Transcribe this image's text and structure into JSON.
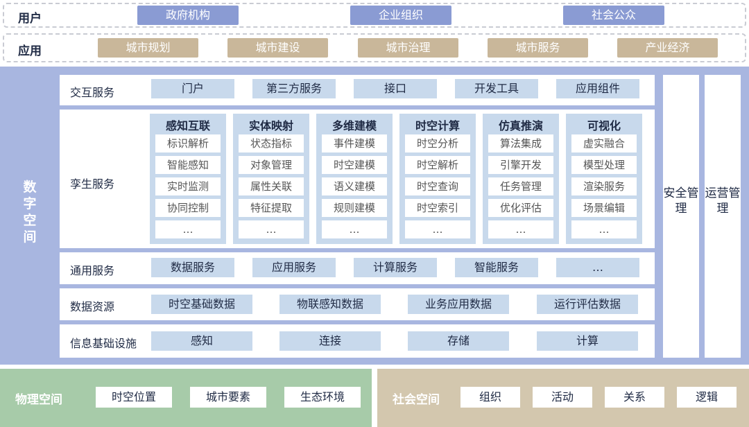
{
  "users": {
    "label": "用户",
    "items": [
      "政府机构",
      "企业组织",
      "社会公众"
    ]
  },
  "apps": {
    "label": "应用",
    "items": [
      "城市规划",
      "城市建设",
      "城市治理",
      "城市服务",
      "产业经济"
    ]
  },
  "digital_space": {
    "title": "数字空间",
    "interaction": {
      "label": "交互服务",
      "items": [
        "门户",
        "第三方服务",
        "接口",
        "开发工具",
        "应用组件"
      ]
    },
    "twin": {
      "label": "孪生服务",
      "columns": [
        {
          "title": "感知互联",
          "items": [
            "标识解析",
            "智能感知",
            "实时监测",
            "协同控制",
            "…"
          ]
        },
        {
          "title": "实体映射",
          "items": [
            "状态指标",
            "对象管理",
            "属性关联",
            "特征提取",
            "…"
          ]
        },
        {
          "title": "多维建模",
          "items": [
            "事件建模",
            "时空建模",
            "语义建模",
            "规则建模",
            "…"
          ]
        },
        {
          "title": "时空计算",
          "items": [
            "时空分析",
            "时空解析",
            "时空查询",
            "时空索引",
            "…"
          ]
        },
        {
          "title": "仿真推演",
          "items": [
            "算法集成",
            "引擎开发",
            "任务管理",
            "优化评估",
            "…"
          ]
        },
        {
          "title": "可视化",
          "items": [
            "虚实融合",
            "模型处理",
            "渲染服务",
            "场景编辑",
            "…"
          ]
        }
      ]
    },
    "general": {
      "label": "通用服务",
      "items": [
        "数据服务",
        "应用服务",
        "计算服务",
        "智能服务",
        "…"
      ]
    },
    "data_resources": {
      "label": "数据资源",
      "items": [
        "时空基础数据",
        "物联感知数据",
        "业务应用数据",
        "运行评估数据"
      ]
    },
    "infrastructure": {
      "label": "信息基础设施",
      "items": [
        "感知",
        "连接",
        "存储",
        "计算"
      ]
    },
    "security": "安全管理",
    "operations": "运营管理"
  },
  "physical_space": {
    "title": "物理空间",
    "items": [
      "时空位置",
      "城市要素",
      "生态环境"
    ]
  },
  "social_space": {
    "title": "社会空间",
    "items": [
      "组织",
      "活动",
      "关系",
      "逻辑"
    ]
  }
}
